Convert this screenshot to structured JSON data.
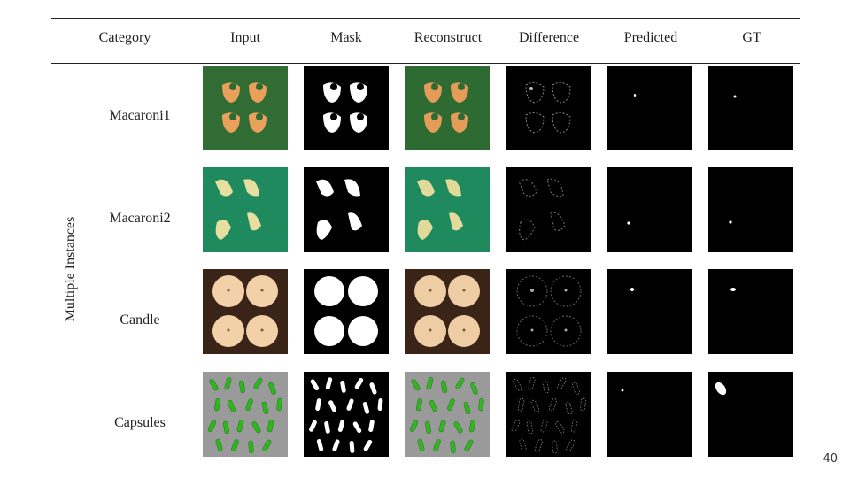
{
  "table": {
    "headers": [
      "Category",
      "Input",
      "Mask",
      "Reconstruct",
      "Difference",
      "Predicted",
      "GT"
    ],
    "group_label": "Multiple Instances",
    "rows": [
      {
        "label": "Macaroni1",
        "image_kinds": [
          "input",
          "mask",
          "reconstruct",
          "difference",
          "predicted",
          "gt"
        ]
      },
      {
        "label": "Macaroni2",
        "image_kinds": [
          "input",
          "mask",
          "reconstruct",
          "difference",
          "predicted",
          "gt"
        ]
      },
      {
        "label": "Candle",
        "image_kinds": [
          "input",
          "mask",
          "reconstruct",
          "difference",
          "predicted",
          "gt"
        ]
      },
      {
        "label": "Capsules",
        "image_kinds": [
          "input",
          "mask",
          "reconstruct",
          "difference",
          "predicted",
          "gt"
        ]
      }
    ]
  },
  "page_number": "40",
  "colors": {
    "macaroni1_bg": "#2e6b32",
    "macaroni1_fg": "#e8a05a",
    "macaroni2_bg": "#1f8a5e",
    "macaroni2_fg": "#e6dfa0",
    "candle_bg": "#3a2417",
    "candle_fg": "#f2d1a8",
    "capsules_bg": "#9a9a9a",
    "capsules_fg": "#2fb51f",
    "mask_bg": "#000000",
    "mask_fg": "#ffffff"
  }
}
